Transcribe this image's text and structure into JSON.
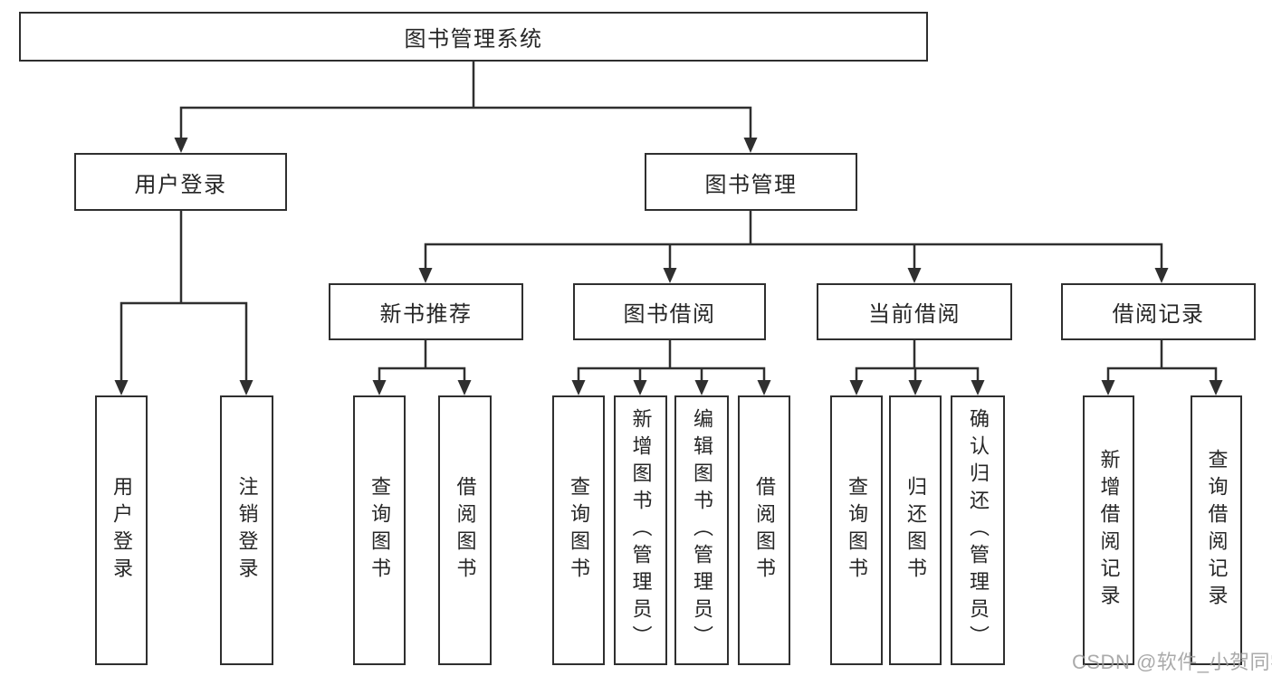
{
  "diagram": {
    "type": "tree",
    "watermark": "CSDN @软件_小贺同学",
    "colors": {
      "line": "#2f2f2f",
      "text": "#262626",
      "box_fill": "#ffffff",
      "watermark": "#9b9b9b",
      "background": "#ffffff"
    },
    "nodes": {
      "root": {
        "label": "图书管理系统"
      },
      "level2": [
        {
          "label": "用户登录",
          "parent": "图书管理系统"
        },
        {
          "label": "图书管理",
          "parent": "图书管理系统"
        }
      ],
      "level3": [
        {
          "label": "新书推荐",
          "parent": "图书管理"
        },
        {
          "label": "图书借阅",
          "parent": "图书管理"
        },
        {
          "label": "当前借阅",
          "parent": "图书管理"
        },
        {
          "label": "借阅记录",
          "parent": "图书管理"
        }
      ],
      "leaves": [
        {
          "label": "用户登录",
          "parent": "用户登录"
        },
        {
          "label": "注销登录",
          "parent": "用户登录"
        },
        {
          "label": "查询图书",
          "parent": "新书推荐"
        },
        {
          "label": "借阅图书",
          "parent": "新书推荐"
        },
        {
          "label": "查询图书",
          "parent": "图书借阅"
        },
        {
          "label": "新增图书（管理员）",
          "parent": "图书借阅"
        },
        {
          "label": "编辑图书（管理员）",
          "parent": "图书借阅"
        },
        {
          "label": "借阅图书",
          "parent": "图书借阅"
        },
        {
          "label": "查询图书",
          "parent": "当前借阅"
        },
        {
          "label": "归还图书",
          "parent": "当前借阅"
        },
        {
          "label": "确认归还（管理员）",
          "parent": "当前借阅"
        },
        {
          "label": "新增借阅记录",
          "parent": "借阅记录"
        },
        {
          "label": "查询借阅记录",
          "parent": "借阅记录"
        }
      ]
    }
  }
}
